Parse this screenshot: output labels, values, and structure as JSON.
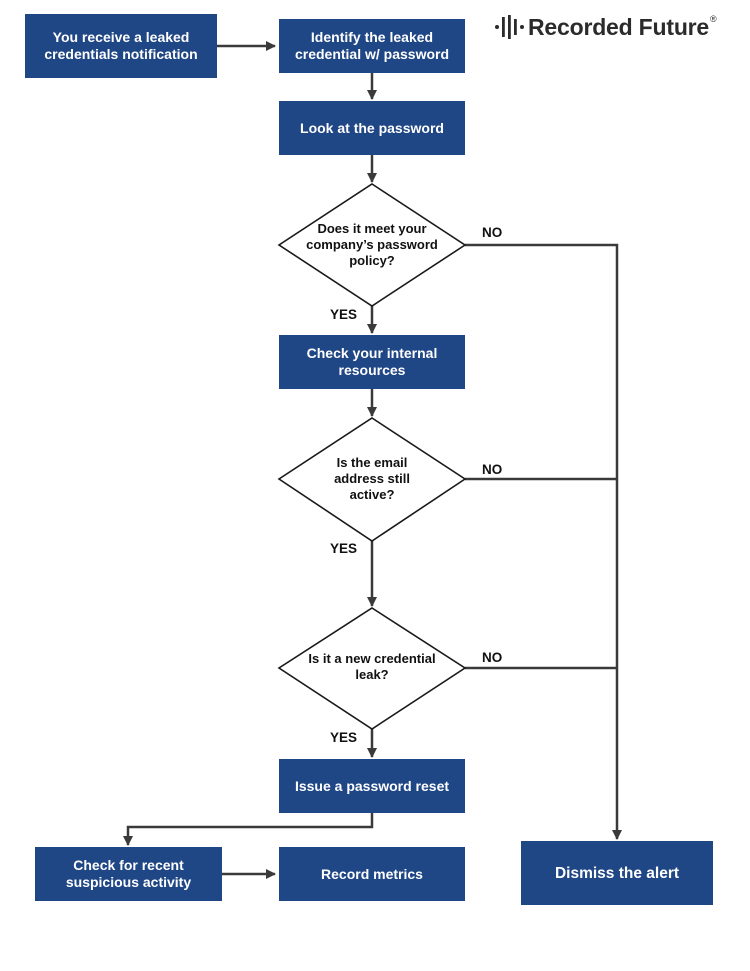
{
  "brand": {
    "name": "Recorded Future",
    "reg_mark": "®"
  },
  "steps": {
    "receive": "You receive a leaked credentials notification",
    "identify": "Identify the leaked credential w/ password",
    "look": "Look at the password",
    "check_internal": "Check your internal resources",
    "reset": "Issue a password reset",
    "suspicious": "Check for recent suspicious activity",
    "metrics": "Record metrics",
    "dismiss": "Dismiss the alert"
  },
  "decisions": {
    "policy": "Does it meet your company’s password policy?",
    "email": "Is the email address still active?",
    "new_leak": "Is it a new credential leak?"
  },
  "labels": {
    "yes": "YES",
    "no": "NO"
  },
  "colors": {
    "box_fill": "#1f4685",
    "box_text": "#ffffff",
    "line": "#3a3a3a"
  }
}
